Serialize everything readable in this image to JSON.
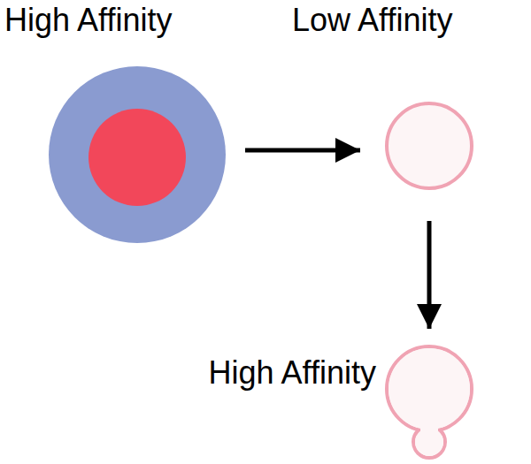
{
  "diagram": {
    "nodes": [
      {
        "text": [
          "High Affinity"
        ]
      },
      {
        "text": [
          "Low Affinity"
        ]
      },
      {
        "text": [
          "High Affinity"
        ]
      }
    ],
    "edges": [
      {
        "from": 0,
        "to": 1,
        "arrow": "to"
      },
      {
        "from": 1,
        "to": 2,
        "arrow": "to"
      }
    ]
  }
}
